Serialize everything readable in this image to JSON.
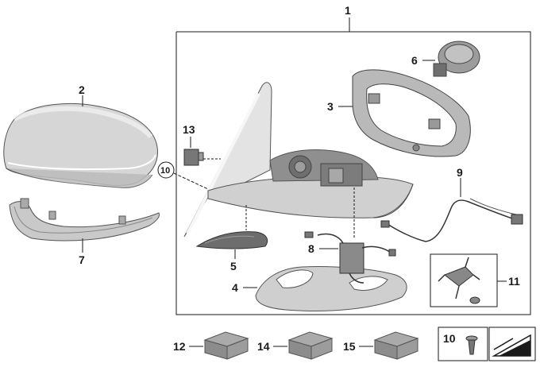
{
  "diagram": {
    "part_numbers": {
      "p1": "1",
      "p2": "2",
      "p3": "3",
      "p4": "4",
      "p5": "5",
      "p6": "6",
      "p7": "7",
      "p8": "8",
      "p9": "9",
      "p10_circled": "10",
      "p10_screw": "10",
      "p11": "11",
      "p12": "12",
      "p13": "13",
      "p14": "14",
      "p15": "15"
    },
    "colors": {
      "outline": "#1a1a1a",
      "part_light": "#d9d9d9",
      "part_mid": "#b5b5b5",
      "part_dark": "#7a7a7a",
      "mirror_glass": "#e6e6e6",
      "background": "#ffffff"
    },
    "icons": [
      "exterior-mirror-assembly",
      "mirror-cap",
      "turn-signal-light",
      "mirror-frame",
      "mirror-base-cover",
      "lower-trim",
      "mirror-motor",
      "wiring-harness",
      "cable",
      "screw",
      "mounting-bracket-kit",
      "connector",
      "kit-box",
      "triangle-wedge-symbol"
    ]
  }
}
